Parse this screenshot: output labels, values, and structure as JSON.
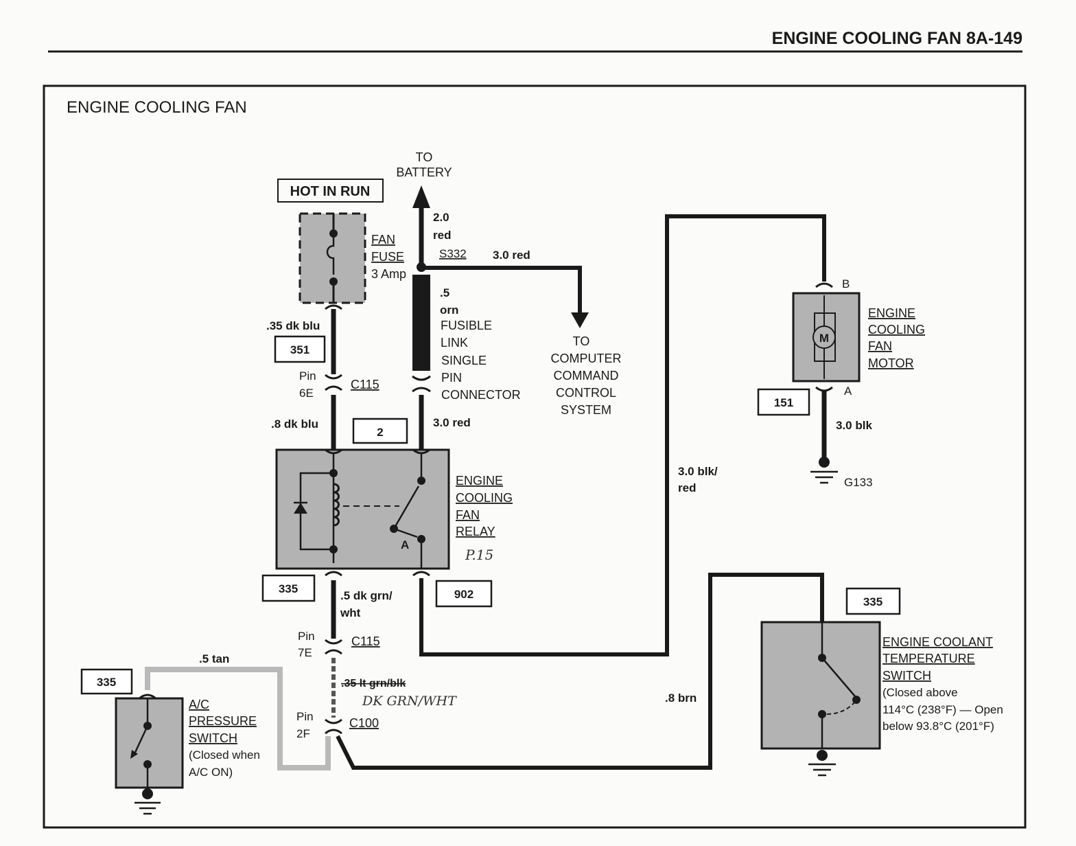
{
  "header": {
    "page_title": "ENGINE COOLING FAN 8A-149"
  },
  "diagram": {
    "title": "ENGINE COOLING FAN",
    "hot_in_run": "HOT IN RUN",
    "to_battery": [
      "TO",
      "BATTERY"
    ],
    "fan_fuse": [
      "FAN",
      "FUSE",
      "3 Amp"
    ],
    "wires": {
      "w_2red_a": "2.0",
      "w_2red_b": "red",
      "s332": "S332",
      "w_3red_top": "3.0 red",
      "fusible_a": ".5",
      "fusible_b": "orn",
      "fusible_c": "FUSIBLE",
      "fusible_d": "LINK",
      "single_a": "SINGLE",
      "single_b": "PIN",
      "single_c": "CONNECTOR",
      "w_35dkblu": ".35 dk blu",
      "w_8dkblu": ".8 dk blu",
      "w_3red_mid": "3.0 red",
      "w_5dkgrn_a": ".5 dk grn/",
      "w_5dkgrn_b": "wht",
      "w_35ltgrn": ".35 lt grn/blk",
      "w_5tan": ".5 tan",
      "w_3blkred_a": "3.0 blk/",
      "w_3blkred_b": "red",
      "w_3blk": "3.0 blk",
      "w_8brn": ".8 brn"
    },
    "to_computer": [
      "TO",
      "COMPUTER",
      "COMMAND",
      "CONTROL",
      "SYSTEM"
    ],
    "connectors": {
      "pin6e_a": "Pin",
      "pin6e_b": "6E",
      "c115_top": "C115",
      "pin7e_a": "Pin",
      "pin7e_b": "7E",
      "c115_bot": "C115",
      "pin2f_a": "Pin",
      "pin2f_b": "2F",
      "c100": "C100"
    },
    "boxes": {
      "b351": "351",
      "b2": "2",
      "b335_relay": "335",
      "b902": "902",
      "b151": "151",
      "b335_coolant": "335",
      "b335_ac": "335"
    },
    "relay_label": [
      "ENGINE",
      "COOLING",
      "FAN",
      "RELAY"
    ],
    "relay_terminal": "A",
    "motor_label": [
      "ENGINE",
      "COOLING",
      "FAN",
      "MOTOR"
    ],
    "motor_symbol": "M",
    "motor_terms": {
      "b": "B",
      "a": "A"
    },
    "ground_g133": "G133",
    "coolant_label": [
      "ENGINE COOLANT",
      "TEMPERATURE",
      "SWITCH",
      "(Closed above",
      "114°C (238°F) — Open",
      "below 93.8°C (201°F)"
    ],
    "ac_label": [
      "A/C",
      "PRESSURE",
      "SWITCH",
      "(Closed when",
      "A/C ON)"
    ],
    "handwriting": {
      "relay_note": "P.15",
      "wire_note": "DK GRN/WHT"
    }
  },
  "colors": {
    "ink": "#1a1a1a",
    "component_fill": "#b3b3b3",
    "tan_wire": "#b9b9b9"
  }
}
